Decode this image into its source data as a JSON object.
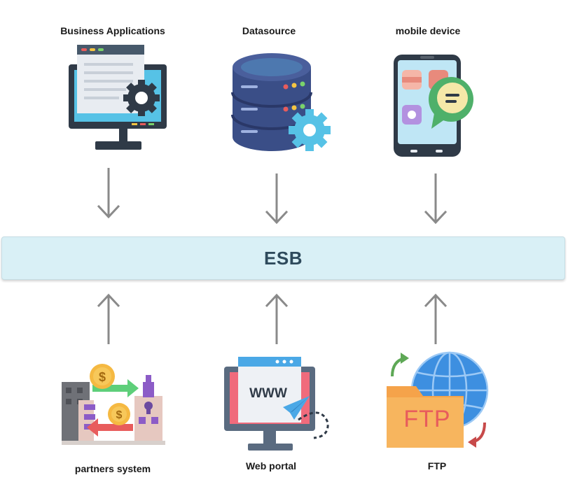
{
  "top": {
    "business": {
      "label": "Business Applications",
      "icon": "desktop-gear-icon"
    },
    "datasource": {
      "label": "Datasource",
      "icon": "database-gear-icon"
    },
    "mobile": {
      "label": "mobile device",
      "icon": "smartphone-chat-icon"
    }
  },
  "esb": {
    "label": "ESB"
  },
  "bottom": {
    "partners": {
      "label": "partners system",
      "icon": "buildings-exchange-icon"
    },
    "webportal": {
      "label": "Web portal",
      "icon": "www-monitor-icon",
      "text": "WWW"
    },
    "ftp": {
      "label": "FTP",
      "icon": "ftp-folder-globe-icon",
      "text": "FTP"
    }
  },
  "colors": {
    "bar_bg": "#d9f0f6",
    "bar_text": "#2e4a5c",
    "arrow": "#8a8a8a"
  }
}
